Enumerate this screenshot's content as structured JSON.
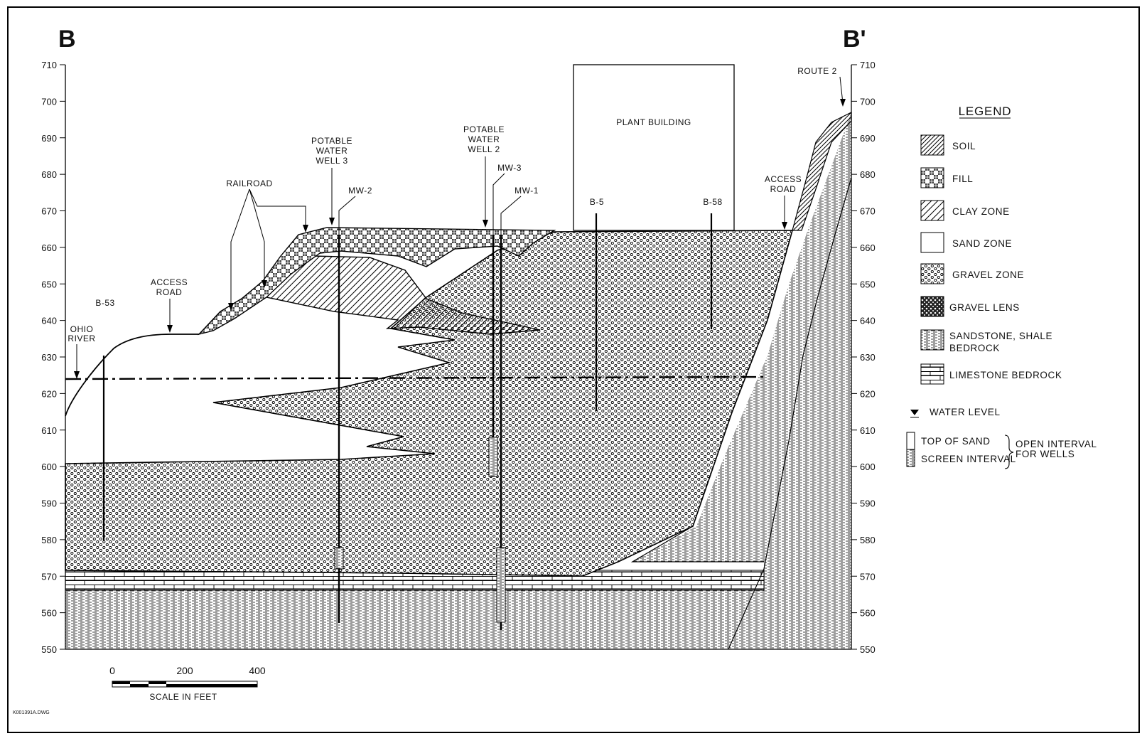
{
  "section": {
    "left_label": "B",
    "right_label": "B'"
  },
  "elevation_axis": {
    "ticks": [
      "710",
      "700",
      "690",
      "680",
      "670",
      "660",
      "650",
      "640",
      "630",
      "620",
      "610",
      "600",
      "590",
      "580",
      "570",
      "560",
      "550"
    ]
  },
  "features": {
    "plant_building": "PLANT BUILDING",
    "route_2": "ROUTE 2",
    "access_road_right": [
      "ACCESS",
      "ROAD"
    ],
    "access_road_left": [
      "ACCESS",
      "ROAD"
    ],
    "railroad": "RAILROAD",
    "ohio_river": [
      "OHIO",
      "RIVER"
    ],
    "potable_well_3": [
      "POTABLE",
      "WATER",
      "WELL 3"
    ],
    "potable_well_2": [
      "POTABLE",
      "WATER",
      "WELL 2"
    ]
  },
  "wells": {
    "b53": "B-53",
    "mw2": "MW-2",
    "mw3": "MW-3",
    "mw1": "MW-1",
    "b5": "B-5",
    "b58": "B-58"
  },
  "legend": {
    "title": "LEGEND",
    "items": {
      "soil": "SOIL",
      "fill": "FILL",
      "clay": "CLAY ZONE",
      "sand": "SAND ZONE",
      "gravel": "GRAVEL ZONE",
      "gravel_lens": "GRAVEL LENS",
      "sandstone_1": "SANDSTONE, SHALE",
      "sandstone_2": "BEDROCK",
      "limestone": "LIMESTONE BEDROCK"
    },
    "water_level": "WATER LEVEL",
    "top_of_sand": "TOP OF SAND",
    "screen_interval": "SCREEN INTERVAL",
    "open_interval_1": "OPEN INTERVAL",
    "open_interval_2": "FOR WELLS"
  },
  "scale": {
    "ticks": [
      "0",
      "200",
      "400"
    ],
    "label": "SCALE IN FEET"
  },
  "file_id": "K001391A.DWG"
}
